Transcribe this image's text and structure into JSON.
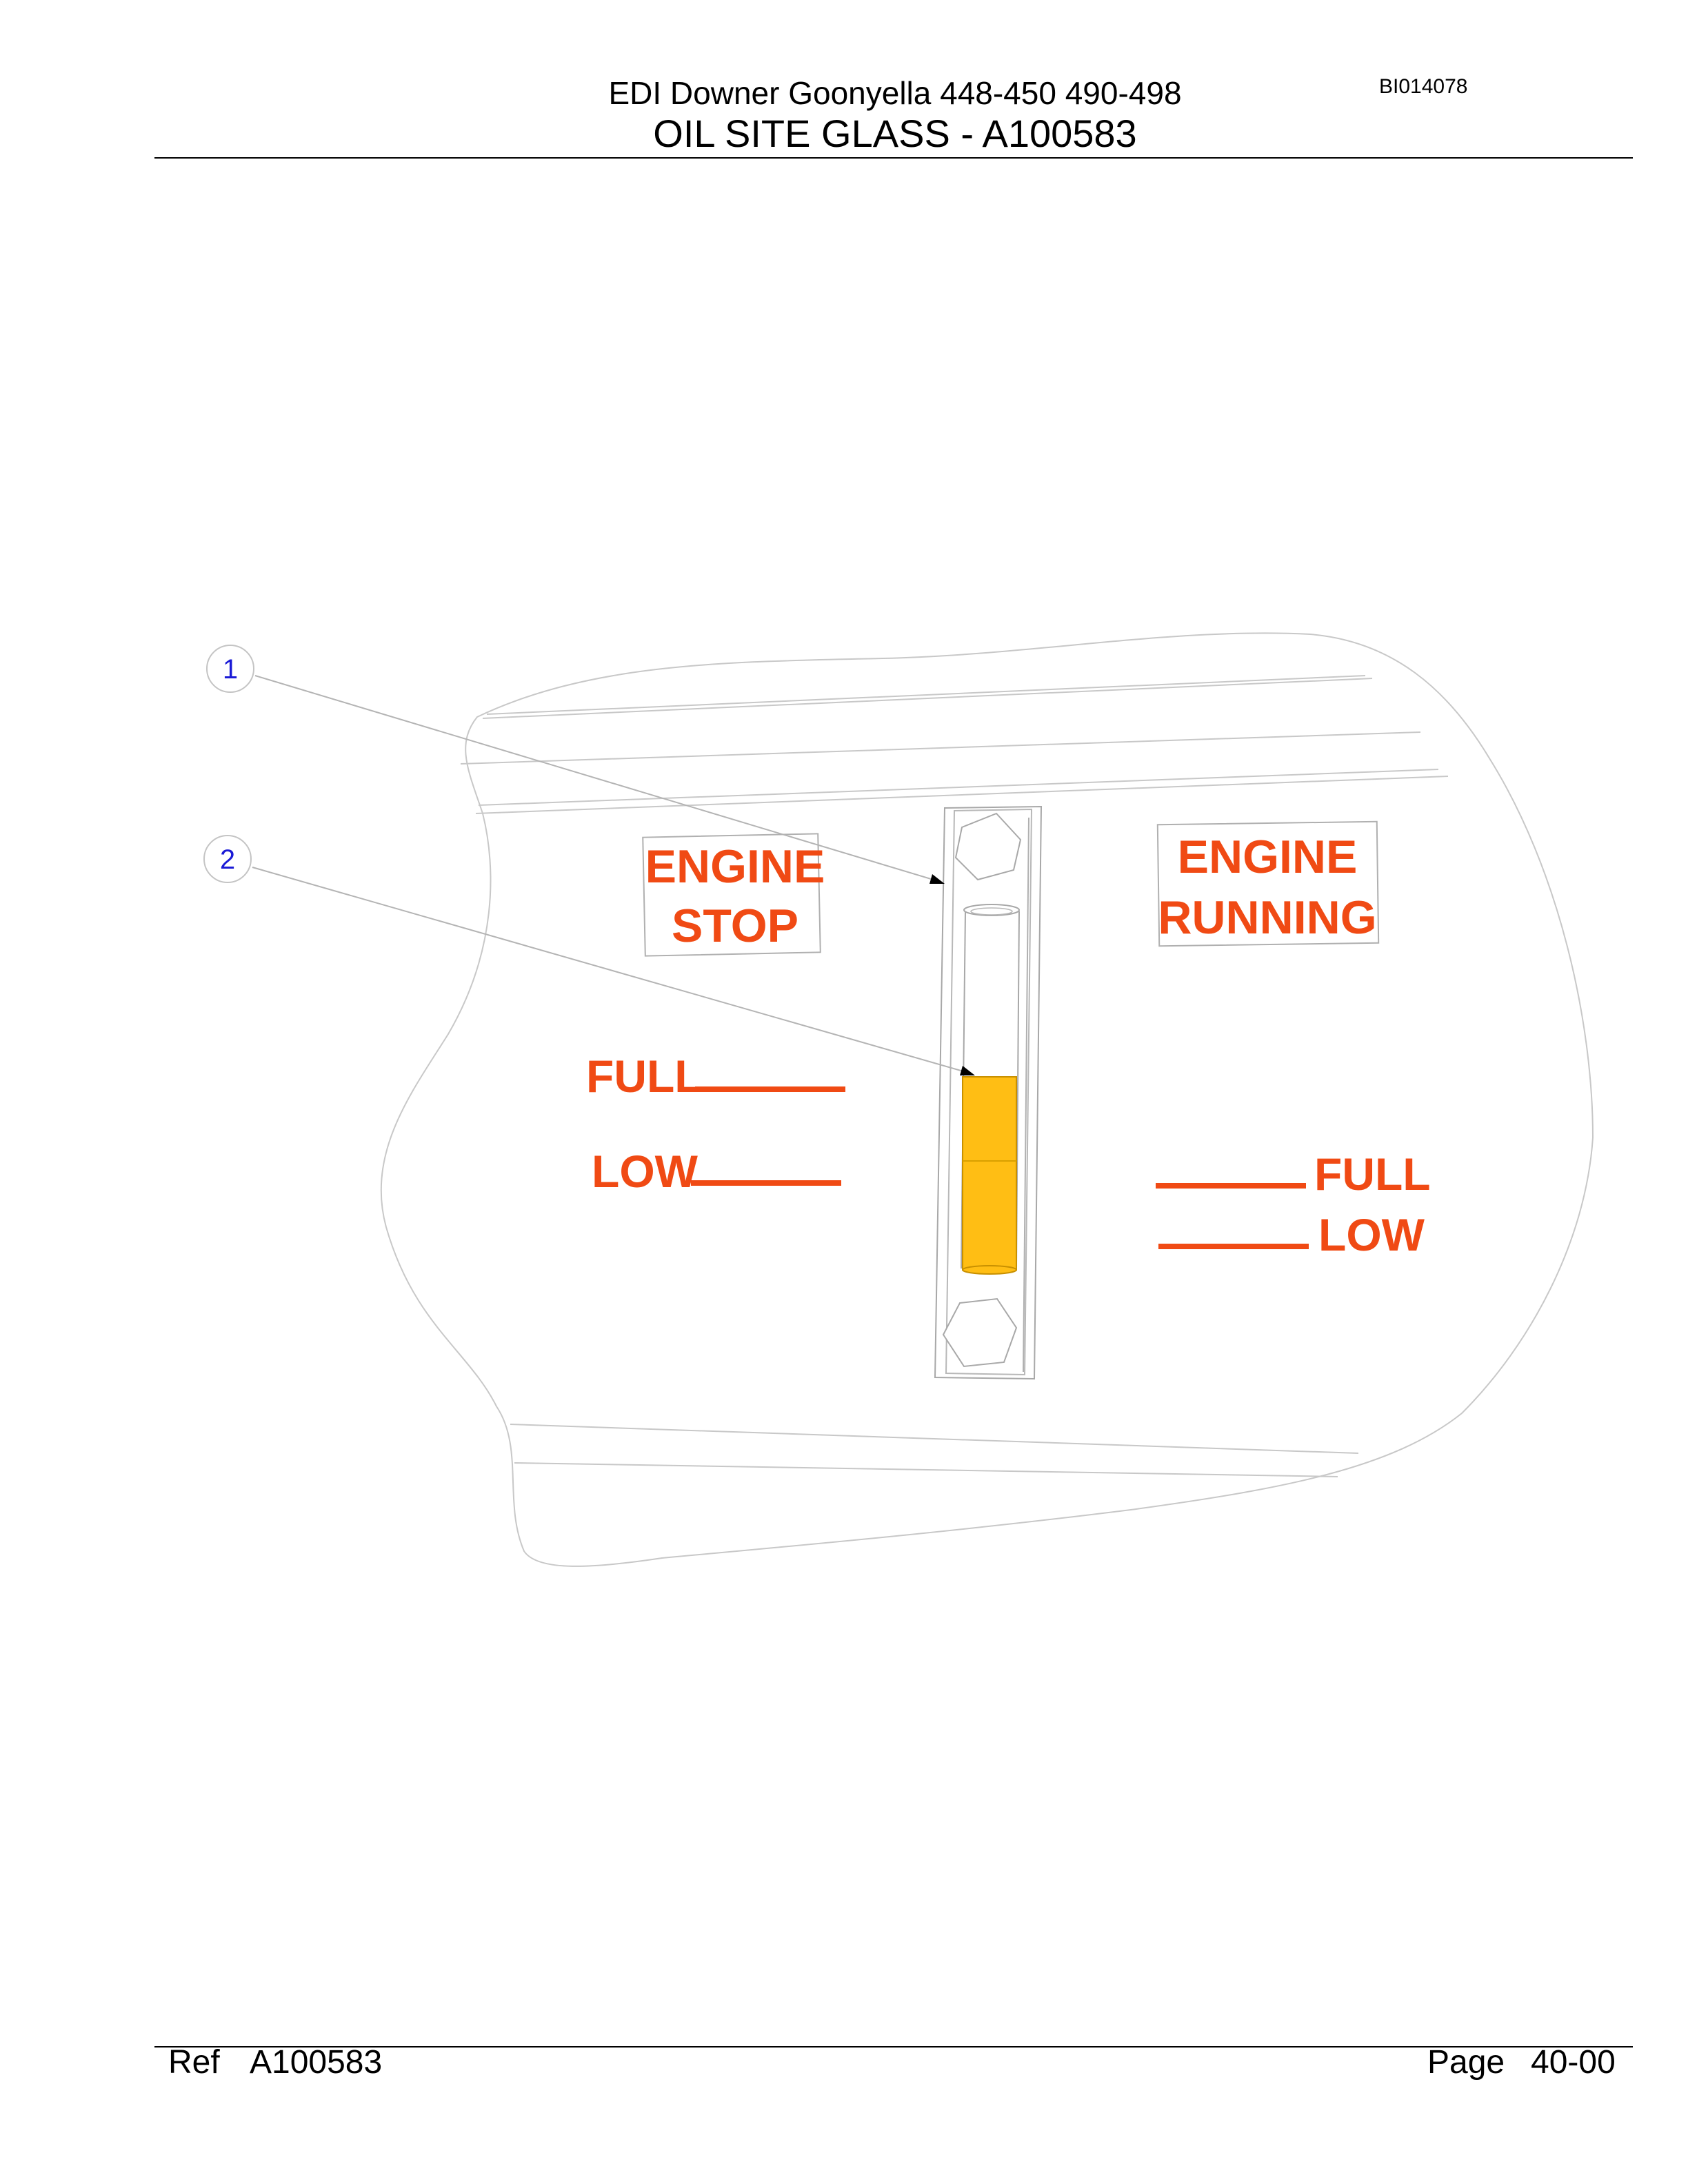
{
  "header": {
    "subtitle": "EDI Downer Goonyella 448-450 490-498",
    "title": "OIL SITE GLASS - A100583",
    "doc_id": "BI014078"
  },
  "callouts": [
    {
      "number": "1"
    },
    {
      "number": "2"
    }
  ],
  "decals": {
    "engine_stop": [
      "ENGINE",
      "STOP"
    ],
    "engine_running": [
      "ENGINE",
      "RUNNING"
    ],
    "stop_full": "FULL",
    "stop_low": "LOW",
    "running_full": "FULL",
    "running_low": "LOW"
  },
  "colors": {
    "decal_text": "#f04a14",
    "oil_fill": "#ffbe14",
    "callout_number": "#1a1ad6",
    "outline": "#bfbfbf"
  },
  "footer": {
    "ref_label": "Ref",
    "ref_value": "A100583",
    "page_label": "Page",
    "page_value": "40-00"
  }
}
